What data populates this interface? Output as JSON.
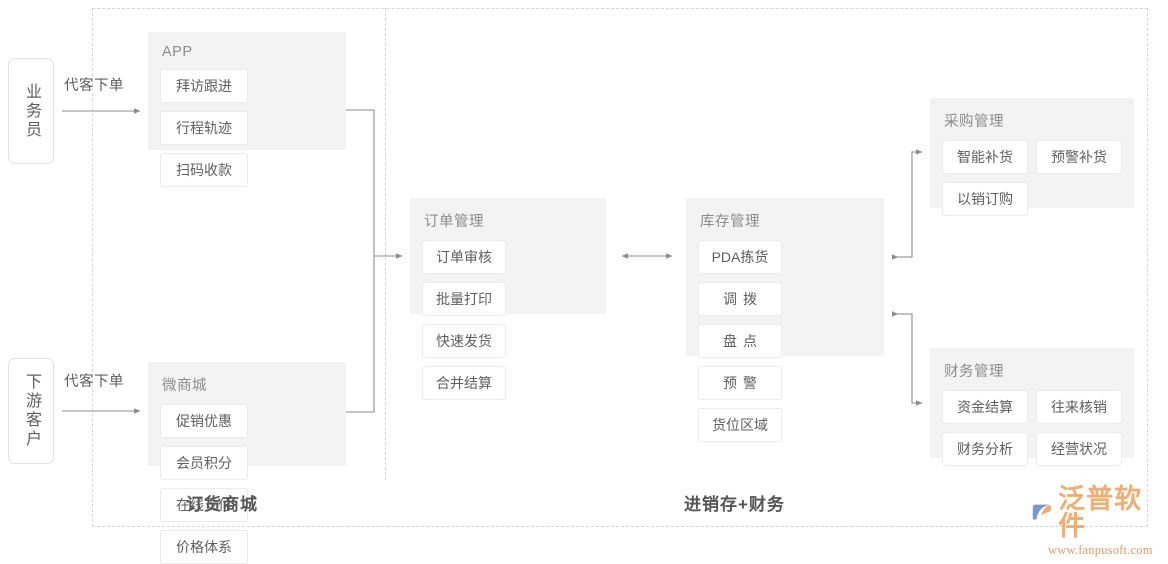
{
  "diagram": {
    "entities": [
      {
        "name": "salesman",
        "label": "业务员"
      },
      {
        "name": "customer",
        "label": "下游客户"
      }
    ],
    "flow_labels": {
      "salesman_to_app": "代客下单",
      "customer_to_mall": "代客下单"
    },
    "panels": [
      {
        "name": "app",
        "title": "APP",
        "chips": [
          "拜访跟进",
          "行程轨迹",
          "扫码收款"
        ]
      },
      {
        "name": "mall",
        "title": "微商城",
        "chips": [
          "促销优惠",
          "会员积分",
          "在线支付",
          "价格体系"
        ]
      },
      {
        "name": "order",
        "title": "订单管理",
        "chips": [
          "订单审核",
          "批量打印",
          "快速发货",
          "合并结算"
        ]
      },
      {
        "name": "stock",
        "title": "库存管理",
        "chips": [
          "PDA拣货",
          "调拨",
          "盘点",
          "预警",
          "货位区域"
        ]
      },
      {
        "name": "purchase",
        "title": "采购管理",
        "chips": [
          "智能补货",
          "预警补货",
          "以销订购"
        ]
      },
      {
        "name": "finance",
        "title": "财务管理",
        "chips": [
          "资金结算",
          "往来核销",
          "财务分析",
          "经营状况"
        ]
      }
    ],
    "section_captions": {
      "left": "订货商城",
      "right": "进销存+财务"
    },
    "watermark": {
      "brand": "泛普软件",
      "url": "www.fanpusoft.com"
    },
    "colors": {
      "panel_bg": "#f3f3f3",
      "chip_bg": "#ffffff",
      "chip_border": "#ebebeb",
      "text": "#5f5f5f",
      "title": "#8c8c8c",
      "dashed_border": "#d6d6d6",
      "wire": "#8e8e8e",
      "watermark_orange": "#f0a868",
      "watermark_blue": "#6b8fc4"
    }
  }
}
